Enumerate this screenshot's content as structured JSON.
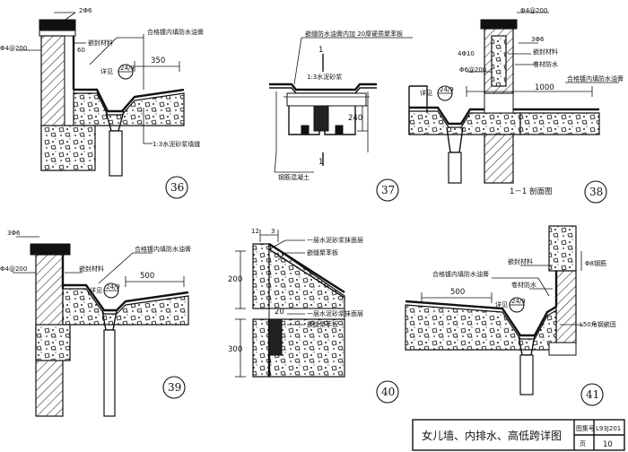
{
  "title_block": {
    "title": "女儿墙、内排水、高低跨详图",
    "label_atlas": "图集号",
    "atlas_no": "L93J201",
    "label_page": "页",
    "page_no": "10"
  },
  "details": [
    {
      "id": "36",
      "labels": [
        "2Φ6",
        "Φ4@200",
        "60",
        "嵌封材料",
        "合格镀内填防水油膏",
        "详见",
        "24/9",
        "350",
        "1:3水泥砂浆填缝"
      ]
    },
    {
      "id": "37",
      "labels": [
        "嵌缝防水油膏内加 20厚硬质聚苯板",
        "1:3水泥砂浆",
        "1",
        "1",
        "钢筋混凝土",
        "240"
      ]
    },
    {
      "id": "38",
      "labels": [
        "Φ4@200",
        "3Φ6",
        "4Φ10",
        "嵌封材料",
        "Φ6@200",
        "卷材防水",
        "详见",
        "24/9",
        "1000",
        "合格镀内填防水油膏"
      ],
      "caption": "1－1 剖面图"
    },
    {
      "id": "39",
      "labels": [
        "3Φ6",
        "Φ4@200",
        "合格镀内填防水油膏",
        "嵌封材料",
        "详见",
        "24/9",
        "500"
      ]
    },
    {
      "id": "40",
      "labels": [
        "12",
        "3",
        "200",
        "20",
        "300",
        "一层水泥砂浆抹面层",
        "嵌缝聚苯板",
        "一层水泥砂浆抹面层",
        "嵌缝聚苯板"
      ]
    },
    {
      "id": "41",
      "labels": [
        "嵌封材料",
        "合格镀内填防水油膏",
        "卷材防水",
        "500",
        "详见",
        "24/9",
        "Φ8钢筋",
        "L50角钢嵌固"
      ]
    }
  ]
}
